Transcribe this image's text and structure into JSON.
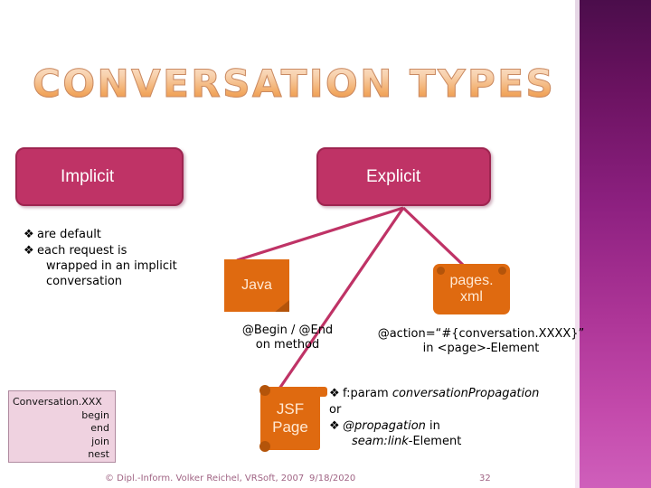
{
  "slide": {
    "title": "CONVERSATION TYPES",
    "colors": {
      "crimson": "#BF3366",
      "crimson_border": "#9E2550",
      "orange": "#DF6A10",
      "orange_text": "#FFE9D4",
      "pink_panel": "#EFD2E0",
      "pink_panel_border": "#B08BA0",
      "footer": "#A06484",
      "bar_top": "#4B0D4B",
      "bar_bottom": "#CF5FBB"
    }
  },
  "boxes": {
    "implicit": "Implicit",
    "explicit": "Explicit"
  },
  "implicit_bullets": [
    {
      "mark": "❖",
      "text": "are default",
      "cont": ""
    },
    {
      "mark": "❖",
      "text": "each request is",
      "cont": "wrapped in an implicit",
      "cont2": "conversation"
    }
  ],
  "shapes": {
    "java": "Java",
    "pages_line1": "pages.",
    "pages_line2": "xml",
    "jsf_line1": "JSF",
    "jsf_line2": "Page"
  },
  "annotations": {
    "java_note_line1": "@Begin / @End",
    "java_note_line2": "on method",
    "pages_note_line1": "@action=“#{conversation.XXXX}”",
    "pages_note_line2": "in <page>-Element"
  },
  "jsf_bullets": {
    "row1_mark": "❖",
    "row1_plain": "f:param ",
    "row1_italic": "conversationPropagation",
    "row2_mark": "",
    "row2_text": "or",
    "row3_mark": "❖",
    "row3_italic": "@propagation",
    "row3_plain": " in",
    "row3_cont_italic": "seam:link",
    "row3_cont_plain": "-Element"
  },
  "conversation_api": {
    "header": "Conversation.XXX",
    "items": [
      "begin",
      "end",
      "join",
      "nest"
    ]
  },
  "footer": {
    "copyright": "© Dipl.-Inform. Volker Reichel, VRSoft, 2007",
    "date": "9/18/2020",
    "page": "32"
  }
}
